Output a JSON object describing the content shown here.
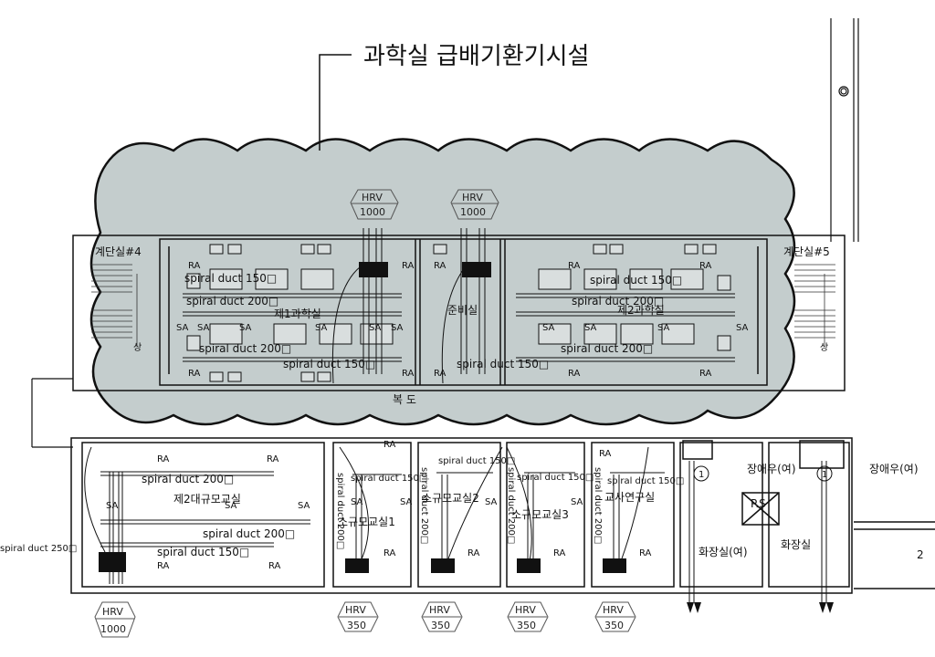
{
  "title": "과학실 급배기환기시설",
  "rooms": {
    "stair4": "계단실#4",
    "stair5": "계단실#5",
    "sci1": "제1과학실",
    "prep": "준비실",
    "sci2": "제2과학실",
    "corridor": "복 도",
    "large2": "제2대규모교실",
    "small1": "소규모교실1",
    "small2": "소규모교실2",
    "small3": "소규모교실3",
    "teacher": "교사연구실",
    "toilet_w": "화장실(여)",
    "toilet2": "화장실",
    "ps": "P.S",
    "disabled_w1": "장애우(여)",
    "disabled_w2": "장애우(여)",
    "up1": "상",
    "up2": "상",
    "edge_num": "2"
  },
  "ducts": {
    "d1": "spiral duct 150□",
    "d2": "spiral duct 200□",
    "d3": "spiral duct 200□",
    "d4": "spiral duct 150□",
    "d5": "spiral duct 150□",
    "d6": "spiral duct 200□",
    "d7": "spiral duct 200□",
    "d8": "spiral duct 150□",
    "d9": "spiral duct 200□",
    "d10": "spiral duct 200□",
    "d11": "spiral duct 150□",
    "d12": "spiral duct 250□",
    "d13": "spiral duct 150□",
    "d14": "spiral duct 200□",
    "d15": "spiral duct 150□",
    "d16": "spiral duct 200□",
    "d17": "spiral duct 150□",
    "d18": "spiral duct 200□",
    "d19": "spiral duct 150□",
    "d20": "spiral duct 200□"
  },
  "hrv": {
    "top1": {
      "name": "HRV",
      "cap": "1000"
    },
    "top2": {
      "name": "HRV",
      "cap": "1000"
    },
    "b1": {
      "name": "HRV",
      "cap": "1000"
    },
    "b2": {
      "name": "HRV",
      "cap": "350"
    },
    "b3": {
      "name": "HRV",
      "cap": "350"
    },
    "b4": {
      "name": "HRV",
      "cap": "350"
    },
    "b5": {
      "name": "HRV",
      "cap": "350"
    }
  },
  "diffusers": {
    "ra": "RA",
    "sa": "SA"
  },
  "fixtures": {
    "n1": "1",
    "n2": "1"
  },
  "colors": {
    "cloud_fill": "#c4cdcd",
    "line": "#111111"
  }
}
